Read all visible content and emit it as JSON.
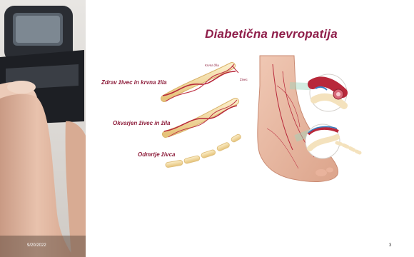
{
  "slide": {
    "title": "Diabetična nevropatija",
    "labels": {
      "healthy": "Zdrav živec in krvna žila",
      "damaged": "Okvarjen živec in žila",
      "dead": "Odmrtje živca",
      "vessel": "Krvna žila",
      "nerve": "Živec"
    },
    "footer": {
      "date": "9/20/2022",
      "page": "3"
    }
  },
  "colors": {
    "title": "#8f1e4a",
    "label": "#8e1f3c",
    "nerve": "#f2d79a",
    "vessel": "#b8283a",
    "skin": "#e9b9a3"
  }
}
